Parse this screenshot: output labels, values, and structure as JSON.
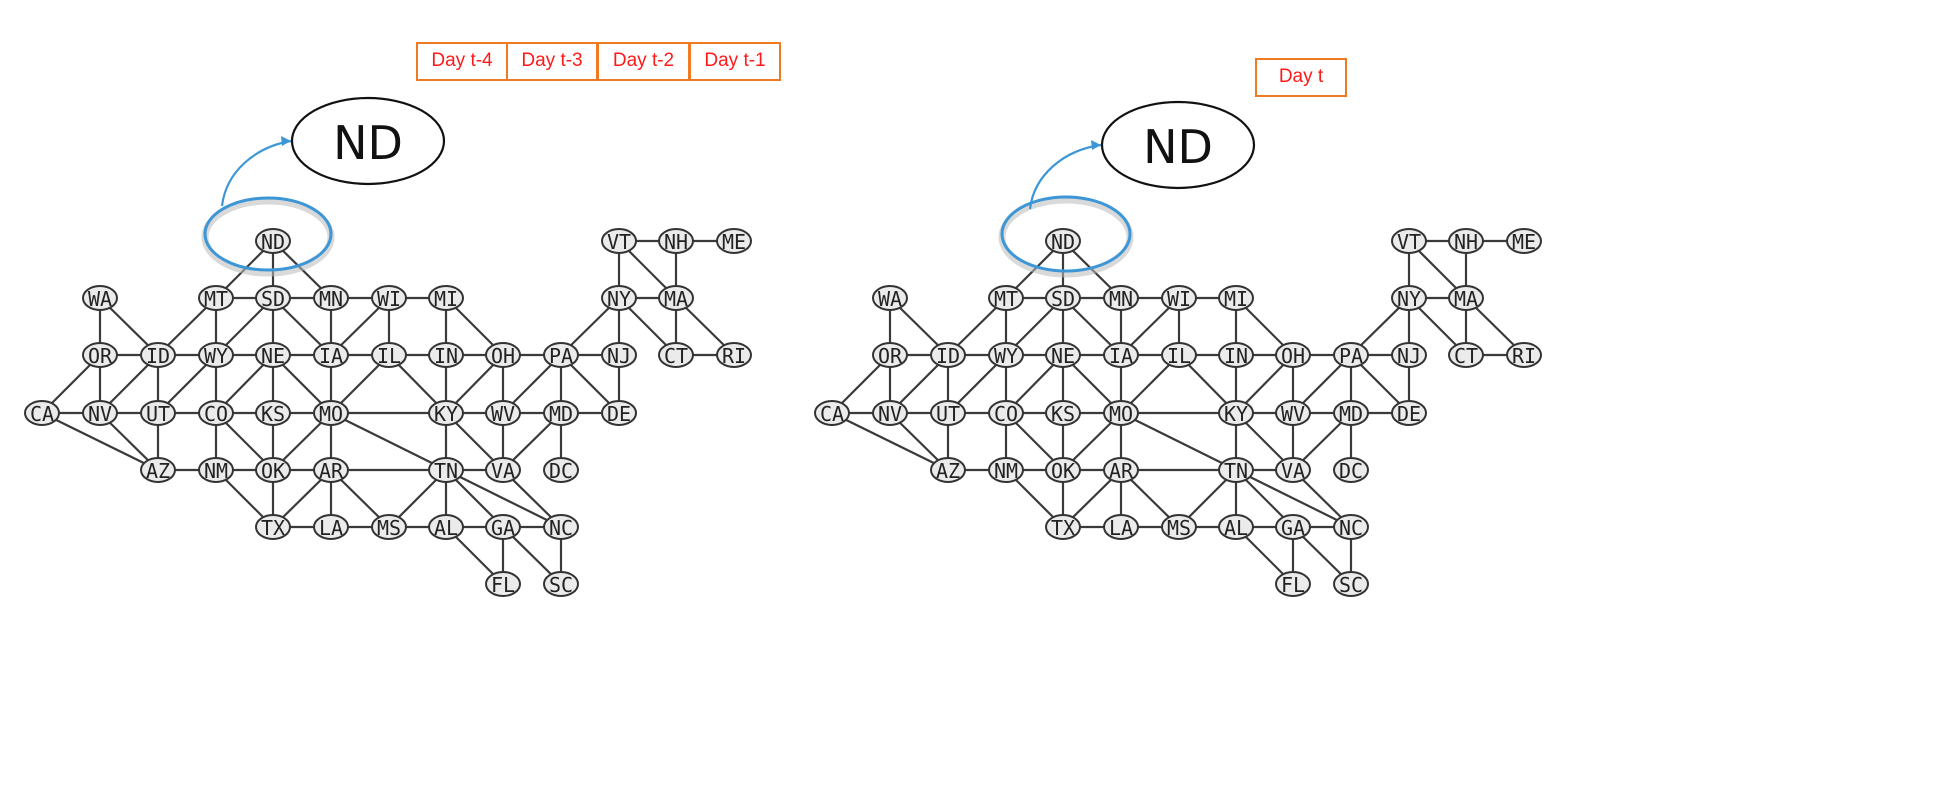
{
  "panels": [
    {
      "id": "left",
      "highlight_label": "ND",
      "day_labels": [
        "Day t-4",
        "Day t-3",
        "Day t-2",
        "Day t-1"
      ]
    },
    {
      "id": "right",
      "highlight_label": "ND",
      "day_labels": [
        "Day t"
      ]
    }
  ],
  "nodes": [
    "ND",
    "VT",
    "NH",
    "ME",
    "WA",
    "MT",
    "SD",
    "MN",
    "WI",
    "MI",
    "NY",
    "MA",
    "OR",
    "ID",
    "WY",
    "NE",
    "IA",
    "IL",
    "IN",
    "OH",
    "PA",
    "NJ",
    "CT",
    "RI",
    "CA",
    "NV",
    "UT",
    "CO",
    "KS",
    "MO",
    "KY",
    "WV",
    "MD",
    "DE",
    "AZ",
    "NM",
    "OK",
    "AR",
    "TN",
    "VA",
    "DC",
    "TX",
    "LA",
    "MS",
    "AL",
    "GA",
    "NC",
    "FL",
    "SC"
  ],
  "edges": [
    [
      "ND",
      "MT"
    ],
    [
      "ND",
      "SD"
    ],
    [
      "ND",
      "MN"
    ],
    [
      "VT",
      "NH"
    ],
    [
      "NH",
      "ME"
    ],
    [
      "VT",
      "NY"
    ],
    [
      "VT",
      "MA"
    ],
    [
      "NH",
      "MA"
    ],
    [
      "WA",
      "OR"
    ],
    [
      "WA",
      "ID"
    ],
    [
      "MT",
      "SD"
    ],
    [
      "MT",
      "ID"
    ],
    [
      "MT",
      "WY"
    ],
    [
      "SD",
      "MN"
    ],
    [
      "SD",
      "WY"
    ],
    [
      "SD",
      "NE"
    ],
    [
      "SD",
      "IA"
    ],
    [
      "MN",
      "WI"
    ],
    [
      "MN",
      "IA"
    ],
    [
      "WI",
      "MI"
    ],
    [
      "WI",
      "IA"
    ],
    [
      "WI",
      "IL"
    ],
    [
      "MI",
      "IN"
    ],
    [
      "MI",
      "OH"
    ],
    [
      "NY",
      "MA"
    ],
    [
      "NY",
      "PA"
    ],
    [
      "NY",
      "NJ"
    ],
    [
      "MA",
      "CT"
    ],
    [
      "MA",
      "RI"
    ],
    [
      "CT",
      "RI"
    ],
    [
      "NY",
      "CT"
    ],
    [
      "OR",
      "ID"
    ],
    [
      "OR",
      "NV"
    ],
    [
      "OR",
      "CA"
    ],
    [
      "ID",
      "WY"
    ],
    [
      "ID",
      "NV"
    ],
    [
      "ID",
      "UT"
    ],
    [
      "WY",
      "NE"
    ],
    [
      "WY",
      "UT"
    ],
    [
      "WY",
      "CO"
    ],
    [
      "NE",
      "IA"
    ],
    [
      "NE",
      "CO"
    ],
    [
      "NE",
      "KS"
    ],
    [
      "NE",
      "MO"
    ],
    [
      "IA",
      "IL"
    ],
    [
      "IA",
      "MO"
    ],
    [
      "IL",
      "IN"
    ],
    [
      "IL",
      "MO"
    ],
    [
      "IL",
      "KY"
    ],
    [
      "IN",
      "OH"
    ],
    [
      "IN",
      "KY"
    ],
    [
      "OH",
      "PA"
    ],
    [
      "OH",
      "WV"
    ],
    [
      "OH",
      "KY"
    ],
    [
      "PA",
      "NJ"
    ],
    [
      "PA",
      "WV"
    ],
    [
      "PA",
      "MD"
    ],
    [
      "PA",
      "DE"
    ],
    [
      "NJ",
      "DE"
    ],
    [
      "CA",
      "NV"
    ],
    [
      "CA",
      "AZ"
    ],
    [
      "NV",
      "UT"
    ],
    [
      "NV",
      "AZ"
    ],
    [
      "UT",
      "CO"
    ],
    [
      "UT",
      "AZ"
    ],
    [
      "CO",
      "KS"
    ],
    [
      "CO",
      "NM"
    ],
    [
      "CO",
      "OK"
    ],
    [
      "KS",
      "MO"
    ],
    [
      "KS",
      "OK"
    ],
    [
      "MO",
      "KY"
    ],
    [
      "MO",
      "TN"
    ],
    [
      "MO",
      "AR"
    ],
    [
      "MO",
      "OK"
    ],
    [
      "KY",
      "WV"
    ],
    [
      "KY",
      "VA"
    ],
    [
      "KY",
      "TN"
    ],
    [
      "WV",
      "MD"
    ],
    [
      "WV",
      "VA"
    ],
    [
      "MD",
      "VA"
    ],
    [
      "MD",
      "DC"
    ],
    [
      "MD",
      "DE"
    ],
    [
      "AZ",
      "NM"
    ],
    [
      "NM",
      "OK"
    ],
    [
      "NM",
      "TX"
    ],
    [
      "OK",
      "AR"
    ],
    [
      "OK",
      "TX"
    ],
    [
      "AR",
      "TN"
    ],
    [
      "AR",
      "TX"
    ],
    [
      "AR",
      "LA"
    ],
    [
      "AR",
      "MS"
    ],
    [
      "TN",
      "VA"
    ],
    [
      "TN",
      "MS"
    ],
    [
      "TN",
      "AL"
    ],
    [
      "TN",
      "GA"
    ],
    [
      "TN",
      "NC"
    ],
    [
      "VA",
      "NC"
    ],
    [
      "TX",
      "LA"
    ],
    [
      "LA",
      "MS"
    ],
    [
      "MS",
      "AL"
    ],
    [
      "AL",
      "GA"
    ],
    [
      "AL",
      "FL"
    ],
    [
      "GA",
      "NC"
    ],
    [
      "GA",
      "FL"
    ],
    [
      "GA",
      "SC"
    ],
    [
      "NC",
      "SC"
    ]
  ]
}
